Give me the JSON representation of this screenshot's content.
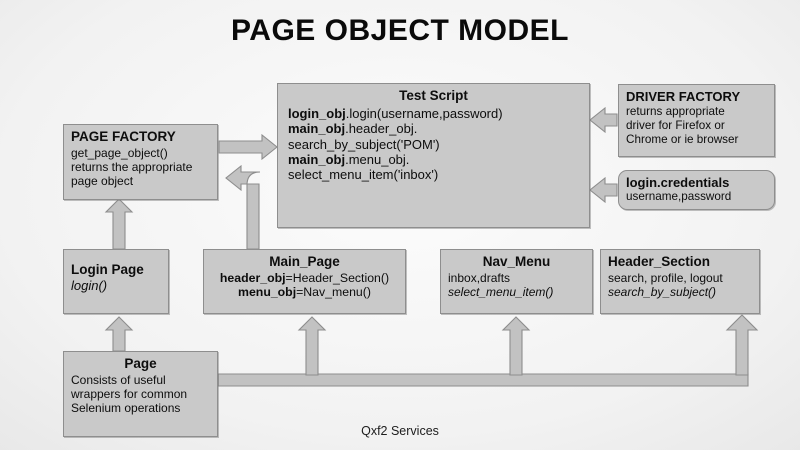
{
  "title": "PAGE OBJECT MODEL",
  "footer": "Qxf2 Services",
  "boxes": {
    "test_script": {
      "heading": "Test Script",
      "line1_bold": "login_obj",
      "line1_rest": ".login(username,password)",
      "line2_bold": "main_obj",
      "line2_rest": ".header_obj.",
      "line3": "search_by_subject('POM')",
      "line4_bold": "main_obj",
      "line4_rest": ".menu_obj.",
      "line5": "select_menu_item('inbox')"
    },
    "page_factory": {
      "heading": "PAGE FACTORY",
      "line1": "get_page_object()",
      "line2": "returns the appropriate",
      "line3": "page object"
    },
    "driver_factory": {
      "heading": "DRIVER FACTORY",
      "line1": "returns appropriate",
      "line2": "driver for Firefox or",
      "line3": "Chrome or ie browser"
    },
    "login_credentials": {
      "heading": "login.credentials",
      "line1": "username,password"
    },
    "login_page": {
      "heading": "Login Page",
      "line1": "login()"
    },
    "main_page": {
      "heading": "Main_Page",
      "line1_bold": "header_obj",
      "line1_rest": "=Header_Section()",
      "line2_bold": "menu_obj",
      "line2_rest": "=Nav_menu()"
    },
    "nav_menu": {
      "heading": "Nav_Menu",
      "line1": "inbox,drafts",
      "line2": "select_menu_item()"
    },
    "header_section": {
      "heading": "Header_Section",
      "line1": "search, profile, logout",
      "line2": "search_by_subject()"
    },
    "page": {
      "heading": "Page",
      "line1": "Consists of useful",
      "line2": "wrappers for common",
      "line3": "Selenium operations"
    }
  },
  "colors": {
    "box_fill": "#c9c9c9",
    "box_border": "#8e8e8e",
    "arrow_fill": "#c2c2c2",
    "arrow_border": "#8d8d8d",
    "text": "#0d0d0d",
    "background_light": "#fcfcfc",
    "background_edge": "#d8d8d8"
  },
  "connectors": [
    {
      "name": "page-factory-to-test-script",
      "direction": "right"
    },
    {
      "name": "main-page-to-page-factory",
      "direction": "up-left-elbow"
    },
    {
      "name": "login-page-to-page-factory",
      "direction": "up"
    },
    {
      "name": "driver-factory-to-test-script",
      "direction": "left"
    },
    {
      "name": "login-credentials-to-test-script",
      "direction": "left"
    },
    {
      "name": "page-to-login-page",
      "direction": "up"
    },
    {
      "name": "page-to-main-page",
      "direction": "up"
    },
    {
      "name": "page-to-nav-menu",
      "direction": "up"
    },
    {
      "name": "page-to-header-section",
      "direction": "up"
    }
  ]
}
